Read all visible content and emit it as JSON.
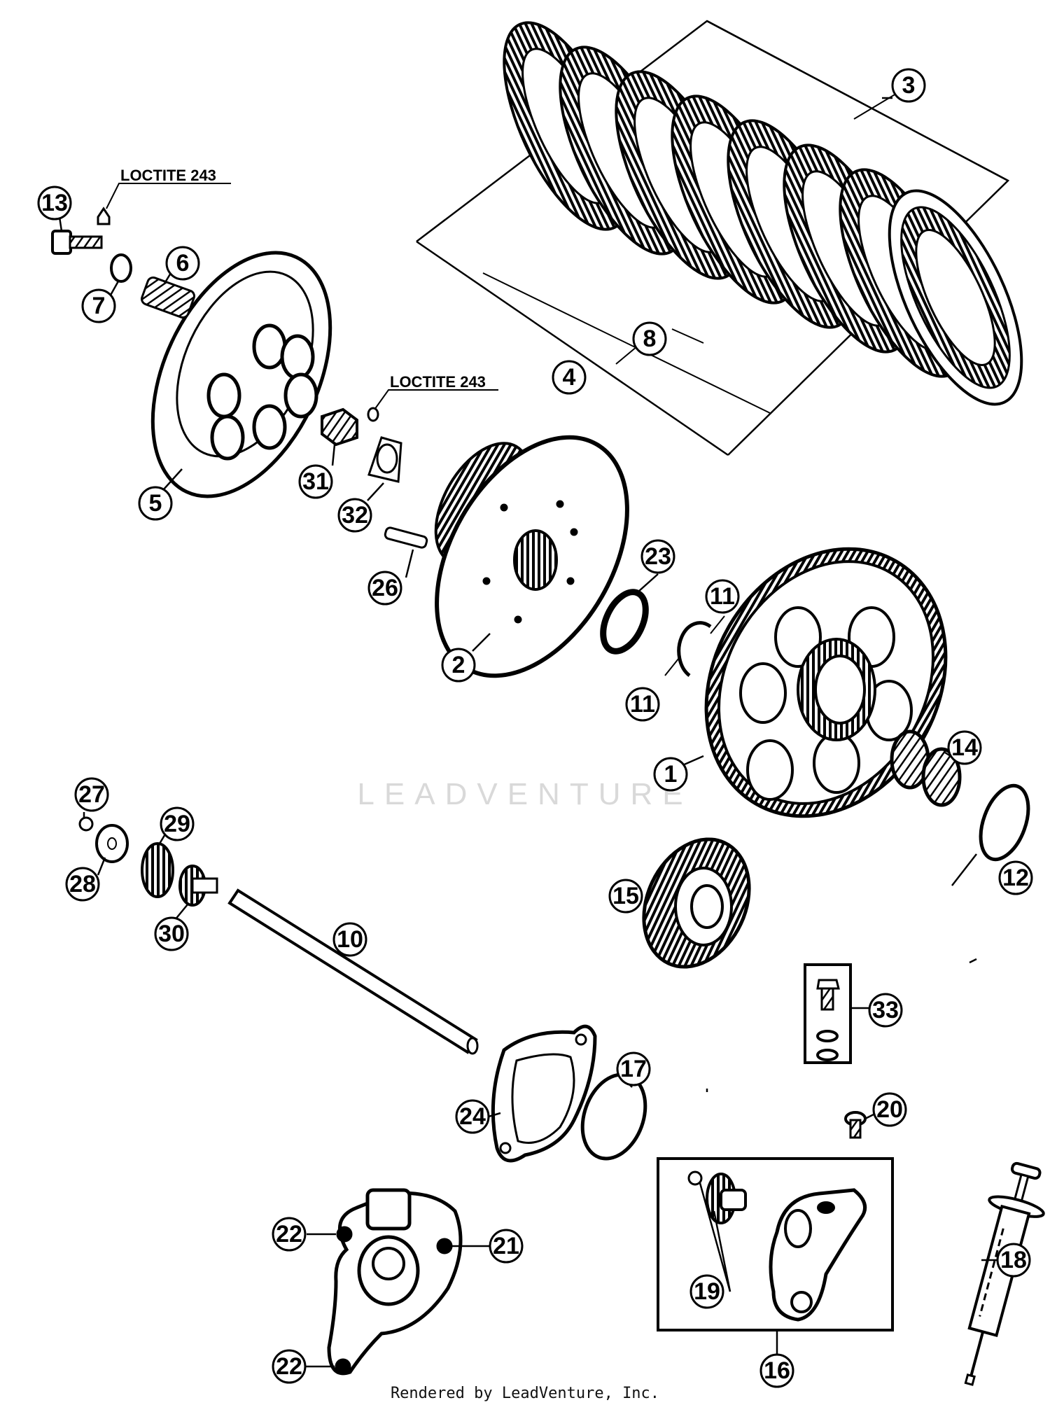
{
  "notes": [
    "LOCTITE 243",
    "LOCTITE 243"
  ],
  "callouts": [
    "1",
    "2",
    "3",
    "4",
    "5",
    "6",
    "7",
    "8",
    "10",
    "11",
    "11",
    "12",
    "13",
    "14",
    "15",
    "16",
    "17",
    "18",
    "19",
    "20",
    "21",
    "22",
    "22",
    "23",
    "24",
    "26",
    "26",
    "27",
    "28",
    "29",
    "30",
    "31",
    "32",
    "33"
  ],
  "footer": "Rendered by LeadVenture, Inc.",
  "watermark": "LEADVENTURE"
}
